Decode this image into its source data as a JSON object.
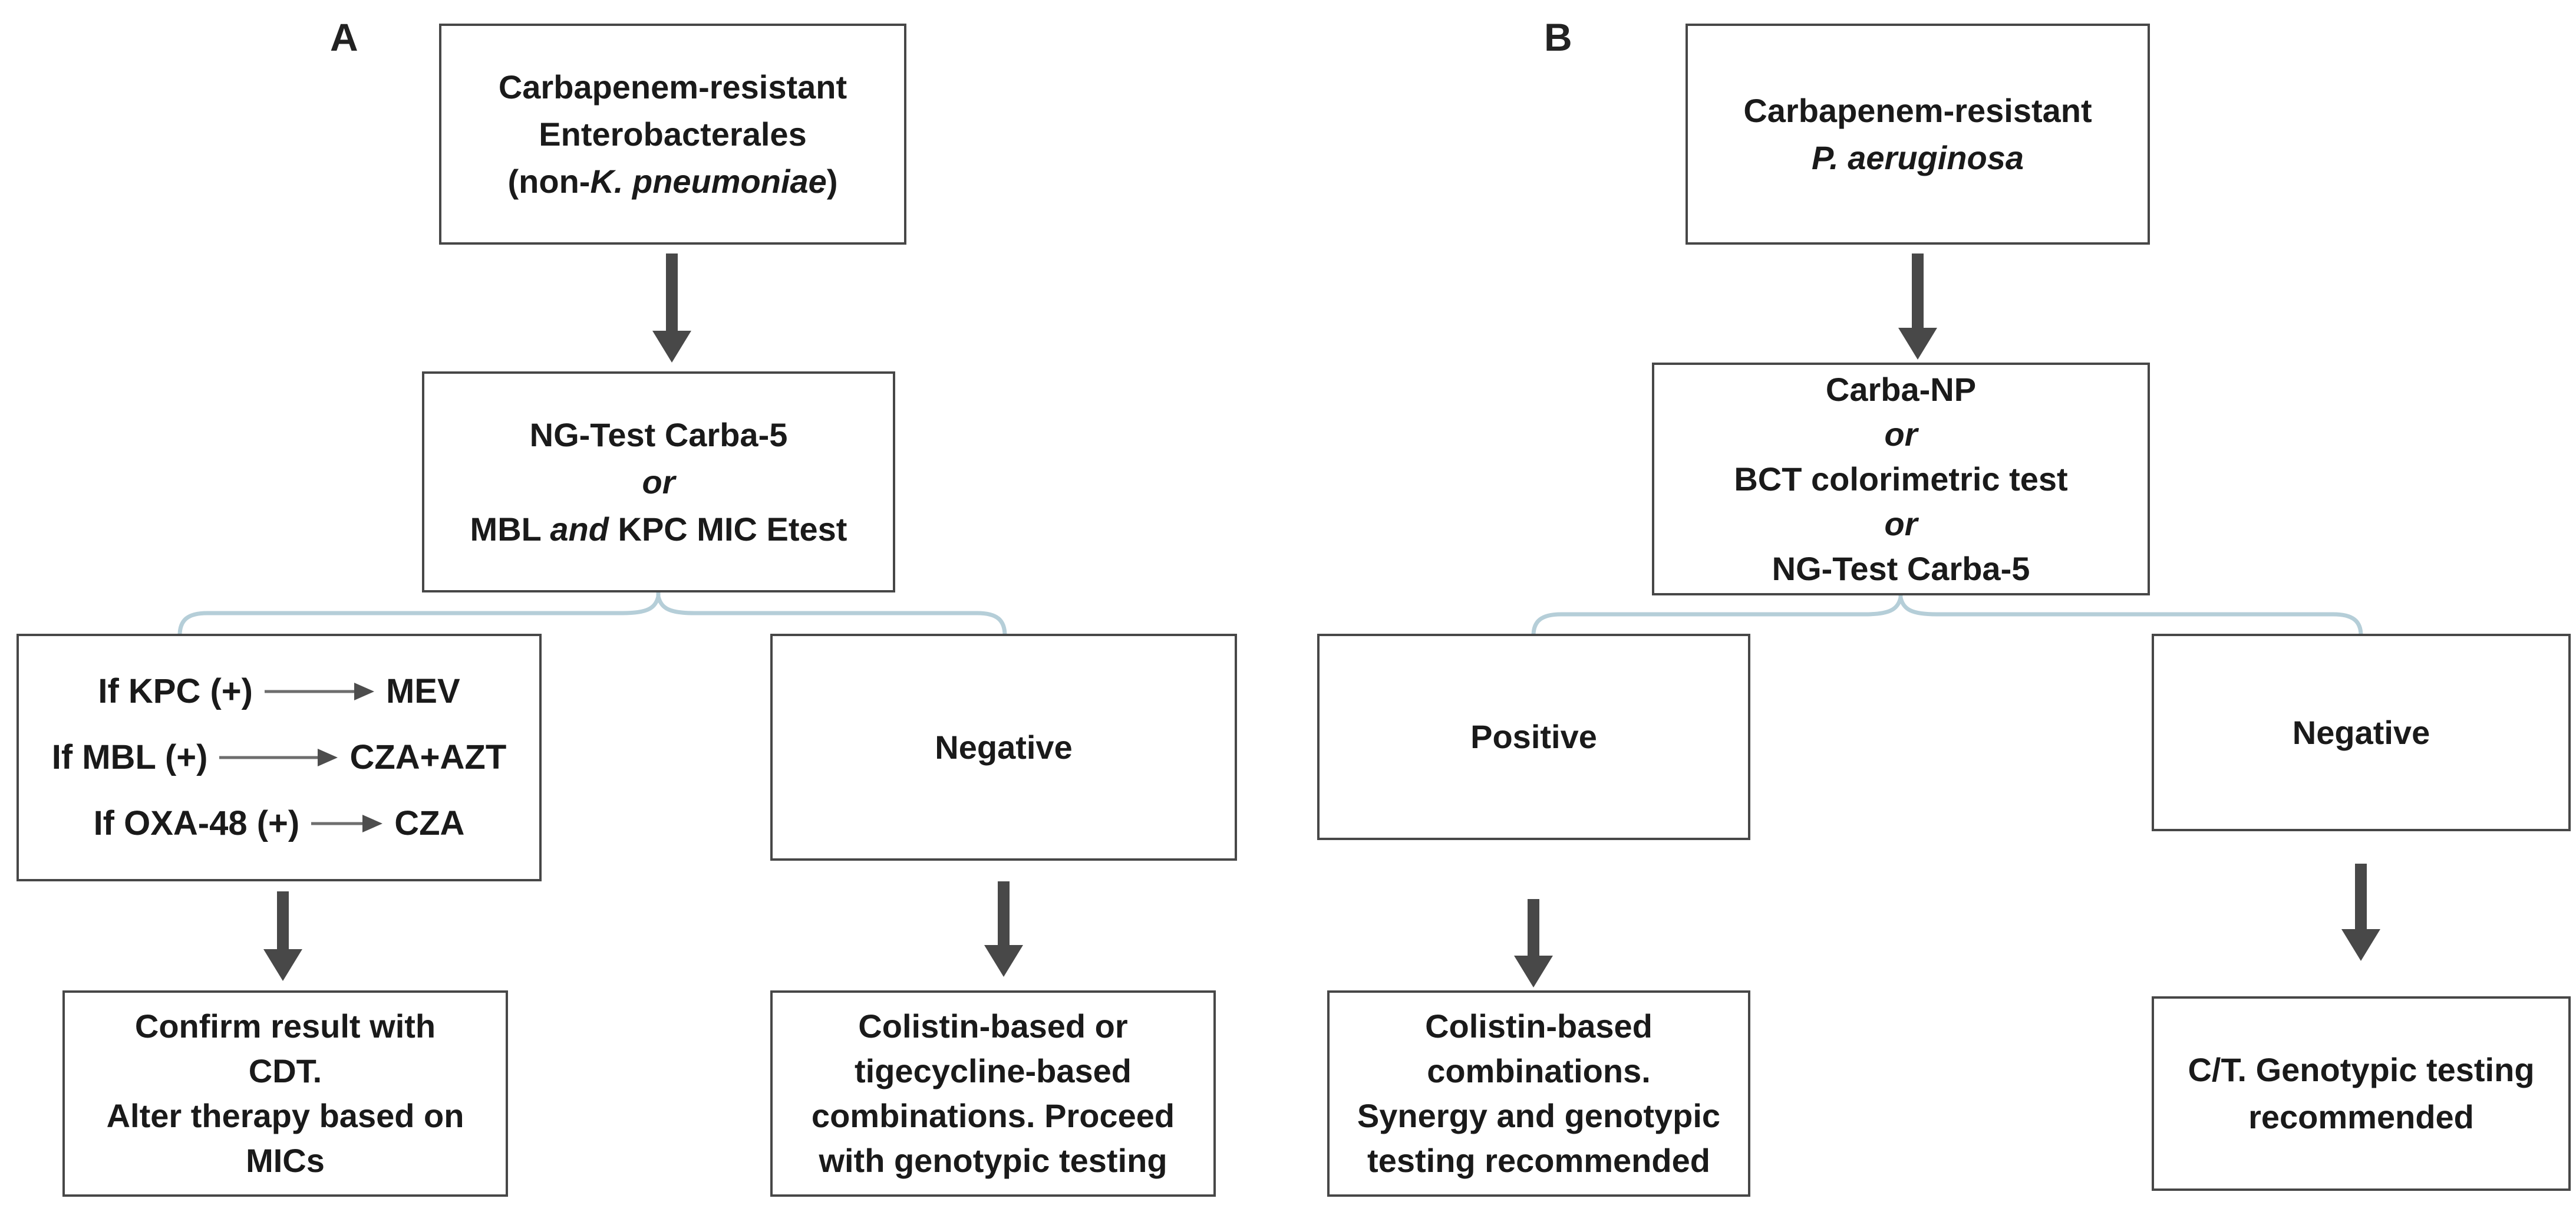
{
  "figure": {
    "panel_a": {
      "label": "A",
      "organism_box": {
        "lines": [
          [
            "Carbapenem-resistant"
          ],
          [
            "Enterobacterales"
          ],
          [
            "(non-",
            {
              "t": "K. pneumoniae",
              "i": true
            },
            ")"
          ]
        ]
      },
      "test_box": {
        "lines": [
          [
            "NG-Test Carba-5"
          ],
          [
            {
              "t": "or",
              "i": true
            }
          ],
          [
            "MBL ",
            {
              "t": "and",
              "i": true
            },
            " KPC MIC Etest"
          ]
        ]
      },
      "result_rules_box": {
        "rows": [
          {
            "pre": "If KPC (+)",
            "post": "MEV",
            "arrow_len": 190
          },
          {
            "pre": "If MBL (+)",
            "post": "CZA+AZT",
            "arrow_len": 205
          },
          {
            "pre": "If OXA-48 (+)",
            "post": "CZA",
            "arrow_len": 125
          }
        ]
      },
      "negative_box": {
        "lines": [
          [
            "Negative"
          ]
        ]
      },
      "confirm_box": {
        "lines": [
          [
            "Confirm result with"
          ],
          [
            "CDT."
          ],
          [
            "Alter therapy based on"
          ],
          [
            "MICs"
          ]
        ]
      },
      "fallback_box": {
        "lines": [
          [
            "Colistin-based or"
          ],
          [
            "tigecycline-based"
          ],
          [
            "combinations. Proceed"
          ],
          [
            "with genotypic testing"
          ]
        ]
      }
    },
    "panel_b": {
      "label": "B",
      "organism_box": {
        "lines": [
          [
            "Carbapenem-resistant"
          ],
          [
            {
              "t": "P. aeruginosa",
              "i": true
            }
          ]
        ]
      },
      "test_box": {
        "lines": [
          [
            "Carba-NP"
          ],
          [
            {
              "t": "or",
              "i": true
            }
          ],
          [
            "BCT colorimetric test"
          ],
          [
            {
              "t": "or",
              "i": true
            }
          ],
          [
            "NG-Test Carba-5"
          ]
        ]
      },
      "positive_box": {
        "lines": [
          [
            "Positive"
          ]
        ]
      },
      "negative_box": {
        "lines": [
          [
            "Negative"
          ]
        ]
      },
      "positive_outcome_box": {
        "lines": [
          [
            "Colistin-based"
          ],
          [
            "combinations."
          ],
          [
            "Synergy and genotypic"
          ],
          [
            "testing recommended"
          ]
        ]
      },
      "negative_outcome_box": {
        "lines": [
          [
            "C/T. Genotypic testing"
          ],
          [
            "recommended"
          ]
        ]
      }
    },
    "colors": {
      "box_border": "#474747",
      "arrow": "#484848",
      "brace": "#b5ced8",
      "text": "#1a1a1a",
      "inner_arrow_line": "#6e6e6e",
      "inner_arrow_head": "#4d4d4d"
    }
  }
}
